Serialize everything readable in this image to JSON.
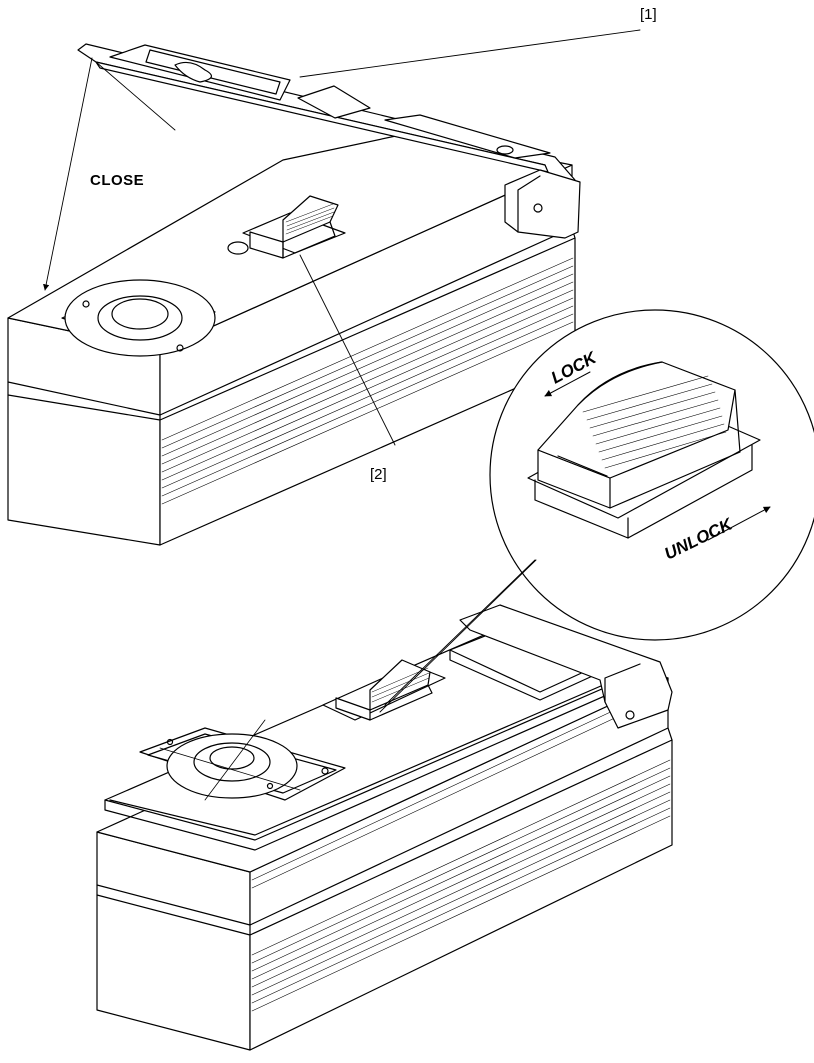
{
  "labels": {
    "callout_1": "[1]",
    "callout_2": "[2]",
    "close": "CLOSE",
    "lock": "LOCK",
    "unlock": "UNLOCK"
  },
  "colors": {
    "line": "#000000",
    "background": "#ffffff"
  }
}
